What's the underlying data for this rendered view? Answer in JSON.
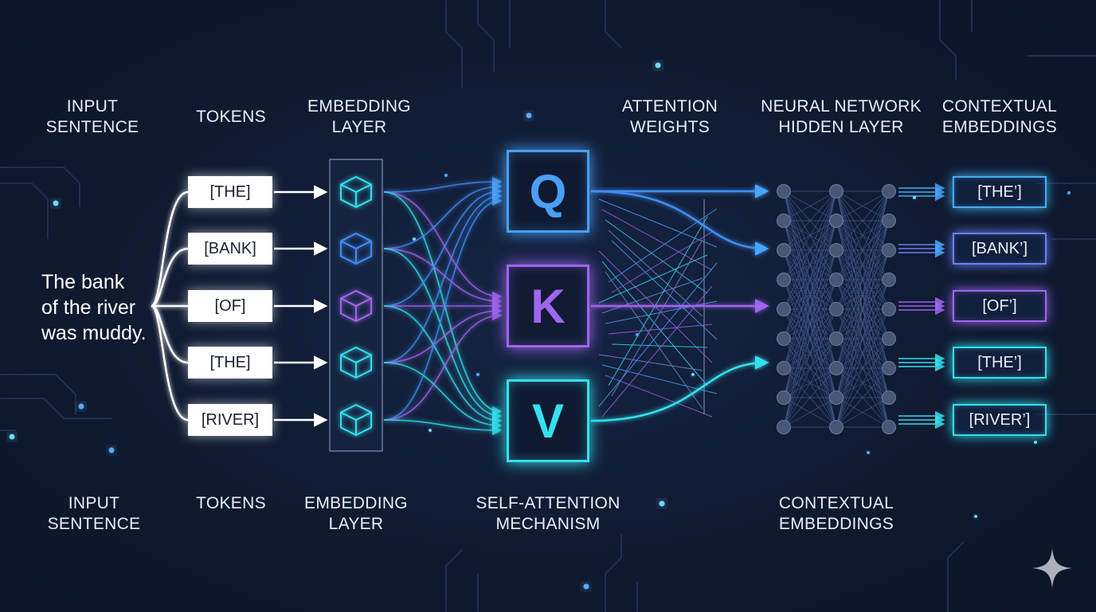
{
  "headers_top": {
    "input_sentence": "INPUT\nSENTENCE",
    "tokens": "TOKENS",
    "embedding_layer": "EMBEDDING\nLAYER",
    "attention_weights": "ATTENTION\nWEIGHTS",
    "hidden_layer": "NEURAL NETWORK\nHIDDEN LAYER",
    "contextual_embeddings": "CONTEXTUAL\nEMBEDDINGS"
  },
  "headers_bottom": {
    "input_sentence": "INPUT\nSENTENCE",
    "tokens": "TOKENS",
    "embedding_layer": "EMBEDDING\nLAYER",
    "self_attention": "SELF-ATTENTION\nMECHANISM",
    "contextual_embeddings": "CONTEXTUAL\nEMBEDDINGS"
  },
  "sentence": "The bank\nof the river\nwas muddy.",
  "tokens": [
    "[THE]",
    "[BANK]",
    "[OF]",
    "[THE]",
    "[RIVER]"
  ],
  "qkv": [
    {
      "label": "Q",
      "color": "#4a9ff5"
    },
    {
      "label": "K",
      "color": "#a066f0"
    },
    {
      "label": "V",
      "color": "#35e0ee"
    }
  ],
  "contextual_tokens": [
    {
      "label": "[THE’]",
      "color": "#3fb0f7"
    },
    {
      "label": "[BANK’]",
      "color": "#6b7ff5"
    },
    {
      "label": "[OF’]",
      "color": "#a066f0"
    },
    {
      "label": "[THE’]",
      "color": "#35e0ee"
    },
    {
      "label": "[RIVER’]",
      "color": "#35e0ee"
    }
  ],
  "colors": {
    "background": "#0f1a30",
    "blue": "#3f8ef5",
    "purple": "#a066f0",
    "cyan": "#35e0ee",
    "node": "#4a5676"
  },
  "icons": {
    "embedding": "cube-icon",
    "watermark": "sparkle-icon"
  }
}
